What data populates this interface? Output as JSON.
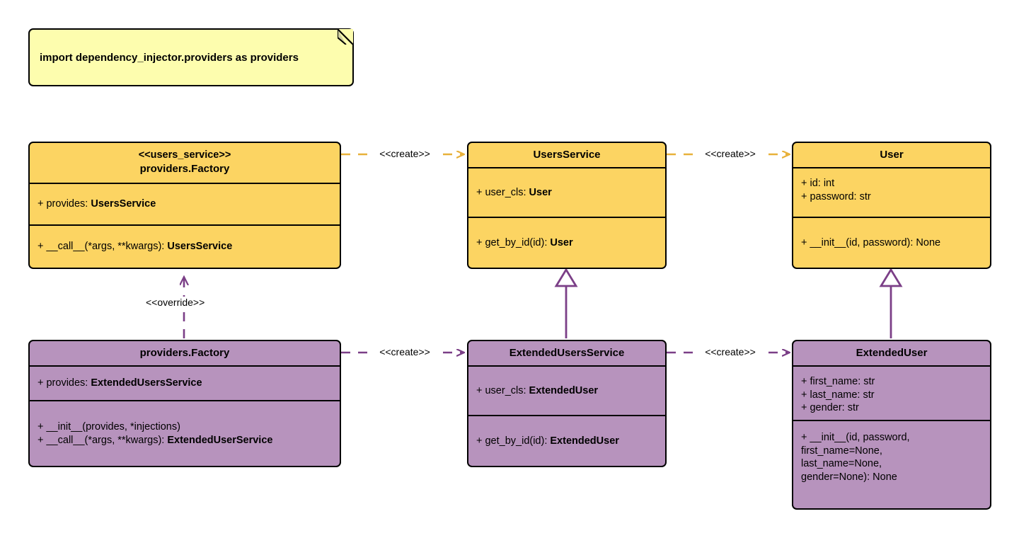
{
  "diagram": {
    "title": "dependency_injector providers UML class diagram",
    "colors": {
      "yellow_fill": "#fcd462",
      "purple_fill": "#b793bd",
      "note_fill": "#fdfdae",
      "yellow_edge": "#e8b13a",
      "purple_edge": "#7b3f87",
      "outline": "#000000"
    }
  },
  "note": {
    "name": "import-note",
    "text": "import dependency_injector.providers as providers"
  },
  "classes": [
    {
      "id": "users-service-factory",
      "stereotype": "<<users_service>>",
      "name": "providers.Factory",
      "attributes": [
        {
          "plain": "+ provides: ",
          "bold": "UsersService"
        }
      ],
      "methods": [
        {
          "plain": "+ __call__(*args, **kwargs): ",
          "bold": "UsersService"
        }
      ]
    },
    {
      "id": "users-service",
      "stereotype": "",
      "name": "UsersService",
      "attributes": [
        {
          "plain": "+ user_cls: ",
          "bold": "User"
        }
      ],
      "methods": [
        {
          "plain": "+ get_by_id(id): ",
          "bold": "User"
        }
      ]
    },
    {
      "id": "user",
      "stereotype": "",
      "name": "User",
      "attributes": [
        {
          "plain": "+ id: int",
          "bold": ""
        },
        {
          "plain": "+ password: str",
          "bold": ""
        }
      ],
      "methods": [
        {
          "plain": "+ __init__(id, password): None",
          "bold": ""
        }
      ]
    },
    {
      "id": "extended-factory",
      "stereotype": "",
      "name": "providers.Factory",
      "attributes": [
        {
          "plain": "+ provides: ",
          "bold": "ExtendedUsersService"
        }
      ],
      "methods": [
        {
          "plain": "+ __init__(provides, *injections)",
          "bold": ""
        },
        {
          "plain": "+ __call__(*args, **kwargs): ",
          "bold": "ExtendedUserService"
        }
      ]
    },
    {
      "id": "extended-users-service",
      "stereotype": "",
      "name": "ExtendedUsersService",
      "attributes": [
        {
          "plain": "+ user_cls: ",
          "bold": "ExtendedUser"
        }
      ],
      "methods": [
        {
          "plain": "+ get_by_id(id): ",
          "bold": "ExtendedUser"
        }
      ]
    },
    {
      "id": "extended-user",
      "stereotype": "",
      "name": "ExtendedUser",
      "attributes": [
        {
          "plain": "+ first_name: str",
          "bold": ""
        },
        {
          "plain": "+ last_name: str",
          "bold": ""
        },
        {
          "plain": "+ gender: str",
          "bold": ""
        }
      ],
      "methods": [
        {
          "plain": "+ __init__(id, password,\nfirst_name=None,\nlast_name=None,\ngender=None): None",
          "bold": ""
        }
      ]
    }
  ],
  "edges": [
    {
      "id": "create-usersservice",
      "label": "<<create>>",
      "kind": "dependency-dashed",
      "color": "#e8b13a",
      "from": "users-service-factory",
      "to": "users-service"
    },
    {
      "id": "create-user",
      "label": "<<create>>",
      "kind": "dependency-dashed",
      "color": "#e8b13a",
      "from": "users-service",
      "to": "user"
    },
    {
      "id": "create-extendedusersservice",
      "label": "<<create>>",
      "kind": "dependency-dashed",
      "color": "#7b3f87",
      "from": "extended-factory",
      "to": "extended-users-service"
    },
    {
      "id": "create-extendeduser",
      "label": "<<create>>",
      "kind": "dependency-dashed",
      "color": "#7b3f87",
      "from": "extended-users-service",
      "to": "extended-user"
    },
    {
      "id": "override-factory",
      "label": "<<override>>",
      "kind": "dependency-dashed-up",
      "color": "#7b3f87",
      "from": "extended-factory",
      "to": "users-service-factory"
    },
    {
      "id": "generalization-service",
      "label": "",
      "kind": "generalization",
      "color": "#7b3f87",
      "from": "extended-users-service",
      "to": "users-service"
    },
    {
      "id": "generalization-user",
      "label": "",
      "kind": "generalization",
      "color": "#7b3f87",
      "from": "extended-user",
      "to": "user"
    }
  ],
  "labels": {
    "create_1": "<<create>>",
    "create_2": "<<create>>",
    "create_3": "<<create>>",
    "create_4": "<<create>>",
    "override": "<<override>>"
  }
}
